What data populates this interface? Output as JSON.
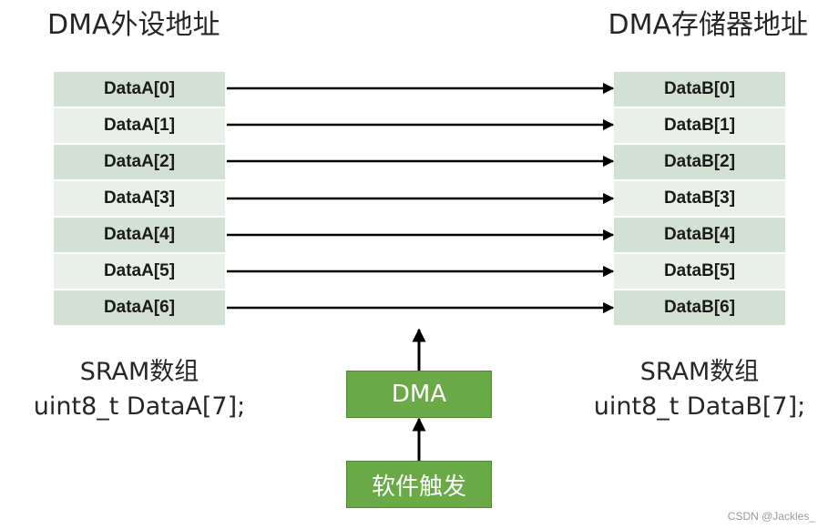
{
  "titles": {
    "peripheral": "DMA外设地址",
    "memory": "DMA存储器地址"
  },
  "array_a": [
    "DataA[0]",
    "DataA[1]",
    "DataA[2]",
    "DataA[3]",
    "DataA[4]",
    "DataA[5]",
    "DataA[6]"
  ],
  "array_b": [
    "DataB[0]",
    "DataB[1]",
    "DataB[2]",
    "DataB[3]",
    "DataB[4]",
    "DataB[5]",
    "DataB[6]"
  ],
  "caption_a": {
    "line1": "SRAM数组",
    "line2": "uint8_t DataA[7];"
  },
  "caption_b": {
    "line1": "SRAM数组",
    "line2": "uint8_t DataB[7];"
  },
  "dma_label": "DMA",
  "trigger_label": "软件触发",
  "watermark": "CSDN @Jackles_",
  "colors": {
    "cell_dark": "#d3e1d4",
    "cell_light": "#e9f0ea",
    "box_green": "#6aaa46"
  }
}
